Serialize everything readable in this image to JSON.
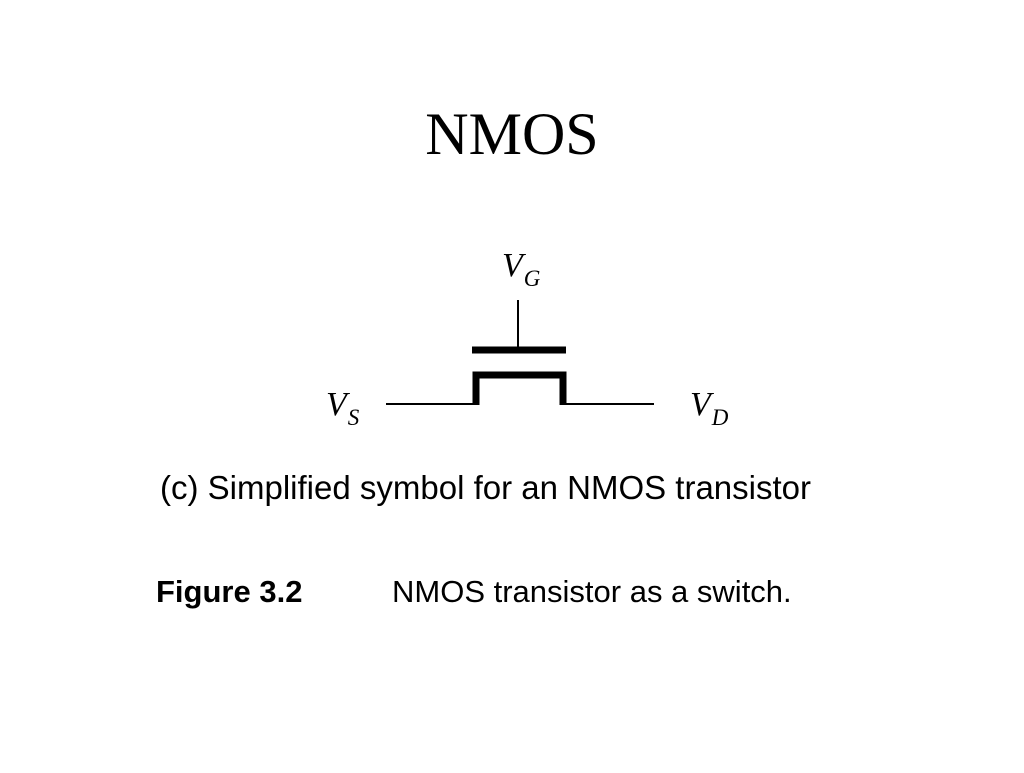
{
  "slide": {
    "title": "NMOS"
  },
  "symbol": {
    "gate_label": "V",
    "gate_sub": "G",
    "source_label": "V",
    "source_sub": "S",
    "drain_label": "V",
    "drain_sub": "D"
  },
  "caption": {
    "text": "(c) Simplified symbol for an NMOS transistor"
  },
  "figure": {
    "number": "Figure 3.2",
    "text": "NMOS transistor as a switch."
  }
}
